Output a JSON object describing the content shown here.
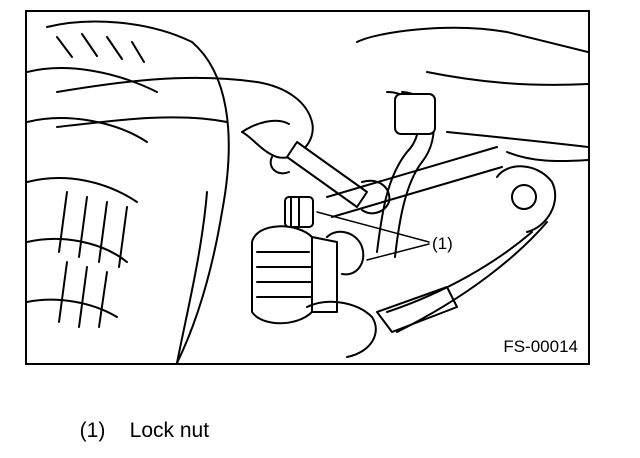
{
  "figure": {
    "code": "FS-00014",
    "callout": "(1)"
  },
  "legend": [
    {
      "number": "(1)",
      "label": "Lock nut"
    }
  ]
}
